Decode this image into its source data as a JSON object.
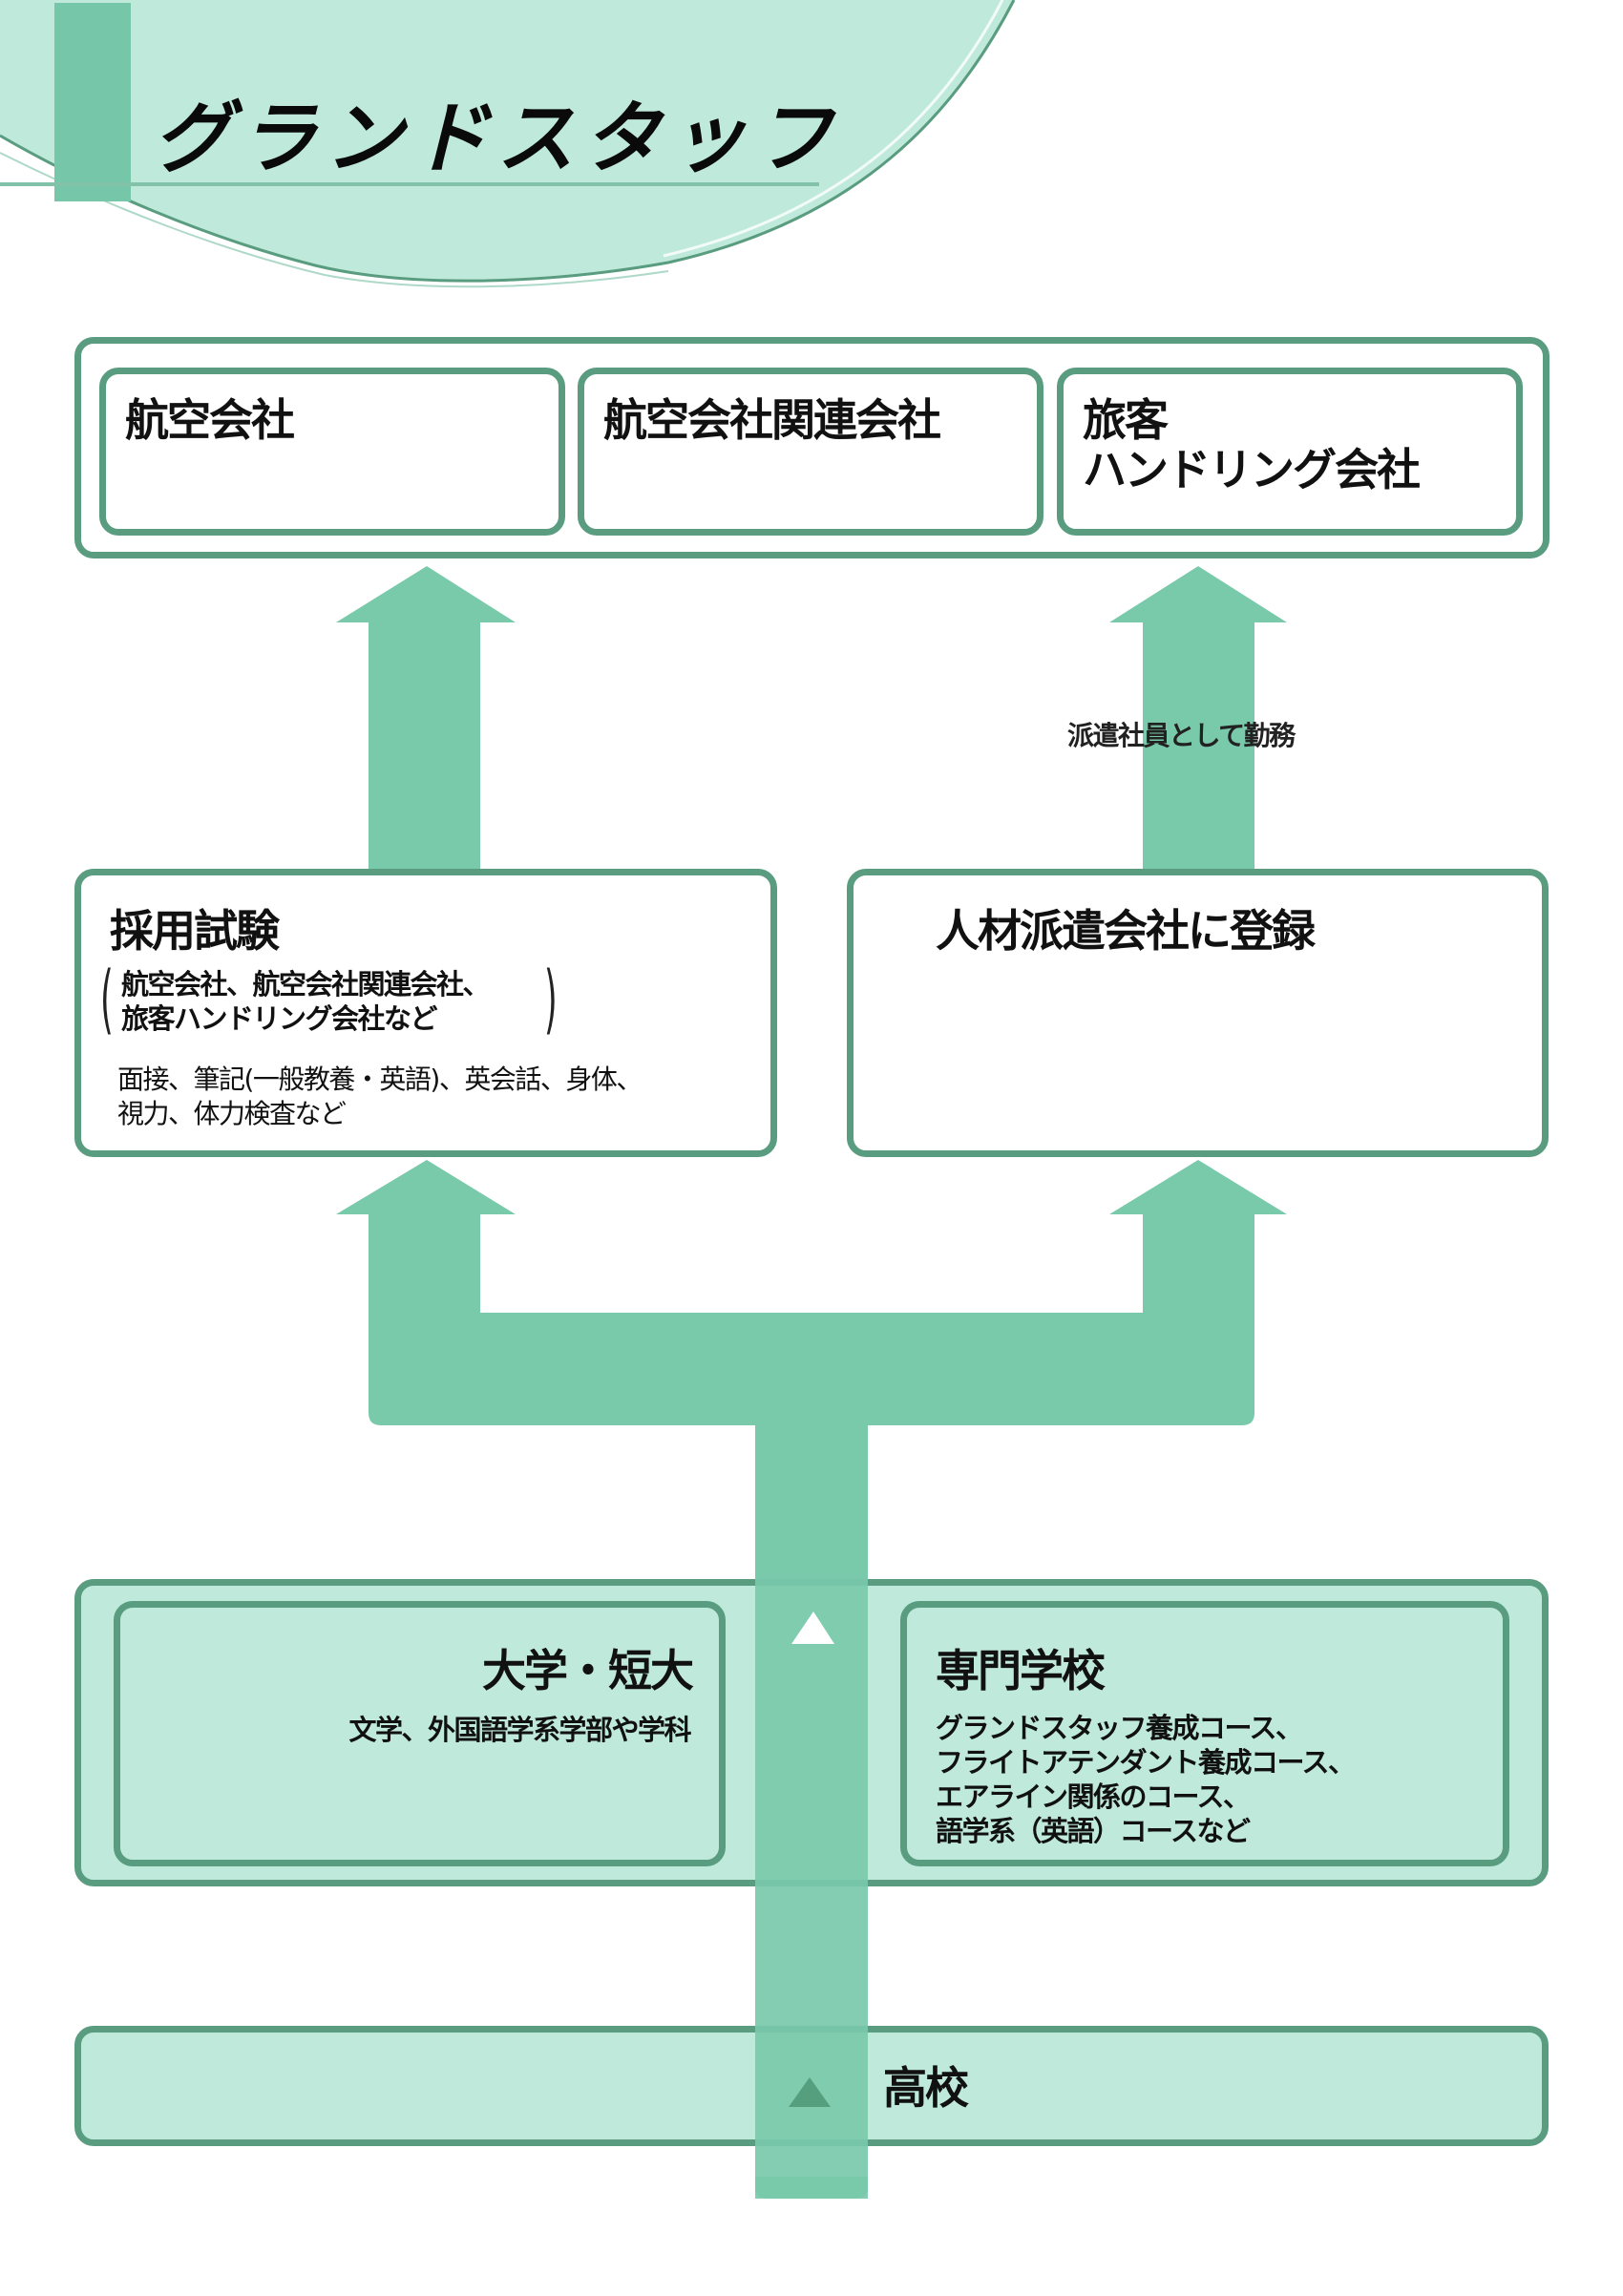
{
  "header": {
    "title": "グランドスタッフ"
  },
  "colors": {
    "header_fill": "#bfeadb",
    "accent_bar": "#76c7a9",
    "border": "#5a9c80",
    "arrow": "#79c9ab",
    "panel_fill": "#bfeadb",
    "text": "#111111"
  },
  "employers": [
    {
      "label": "航空会社"
    },
    {
      "label": "航空会社関連会社"
    },
    {
      "label_line1": "旅客",
      "label_line2": "ハンドリング会社"
    }
  ],
  "arrow_note": "派遣社員として勤務",
  "routes": {
    "exam": {
      "title": "採用試験",
      "targets_line1": "航空会社、航空会社関連会社、",
      "targets_line2": "旅客ハンドリング会社など",
      "open_paren": "(",
      "close_paren": ")",
      "details_line1": "面接、筆記(一般教養・英語)、英会話、身体、",
      "details_line2": "視力、体力検査など"
    },
    "staffing": {
      "title": "人材派遣会社に登録"
    }
  },
  "schools": {
    "university": {
      "title": "大学・短大",
      "desc": "文学、外国語学系学部や学科"
    },
    "vocational": {
      "title": "専門学校",
      "courses": [
        "グランドスタッフ養成コース、",
        "フライトアテンダント養成コース、",
        "エアライン関係のコース、",
        "語学系（英語）コースなど"
      ]
    }
  },
  "high_school": {
    "label": "高校"
  },
  "icons": {
    "up_triangle_school": "up-triangle-white",
    "up_triangle_high_school": "up-triangle-dark"
  }
}
